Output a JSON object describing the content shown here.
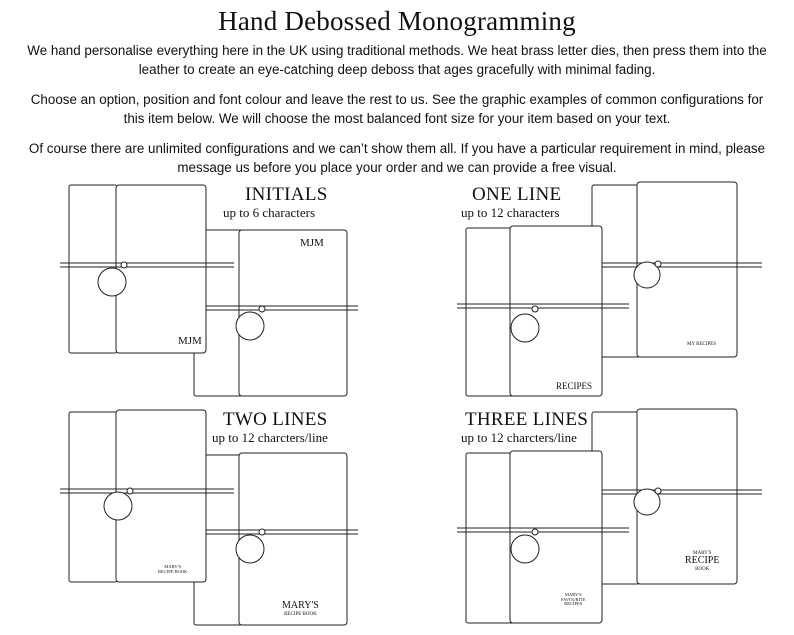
{
  "title": "Hand Debossed Monogramming",
  "paragraphs": [
    "We hand personalise everything here in the UK using traditional methods. We heat brass letter dies, then press them into the leather to create an eye-catching deep deboss that ages gracefully with minimal fading.",
    "Choose an option, position and font colour and leave the rest to us. See the graphic examples of common configurations for this item below. We will choose the most balanced font size for your item based on your text.",
    "Of course there are unlimited configurations and we can’t show them all. If you have a particular requirement in mind, please message  us before you place your order and we can provide a free visual."
  ],
  "options": [
    {
      "name": "INITIALS",
      "limit": "up to 6 characters",
      "front_text": "MJM",
      "back_text": "MJM"
    },
    {
      "name": "ONE LINE",
      "limit": "up to 12 characters",
      "front_text": "RECIPES",
      "back_text": "MY RECIPES"
    },
    {
      "name": "TWO LINES",
      "limit": "up to 12 charcters/line",
      "front_line1": "MARY'S",
      "front_line2": "RECIPE BOOK",
      "back_line1": "MARY'S",
      "back_line2": "RECIPE BOOK"
    },
    {
      "name": "THREE LINES",
      "limit": "up to 12 charcters/line",
      "front_line1": "MARY'S",
      "front_line2": "FAVOURITE",
      "front_line3": "RECIPES",
      "back_line1": "MARY'S",
      "back_line2": "RECIPE",
      "back_line3": "BOOK"
    }
  ]
}
